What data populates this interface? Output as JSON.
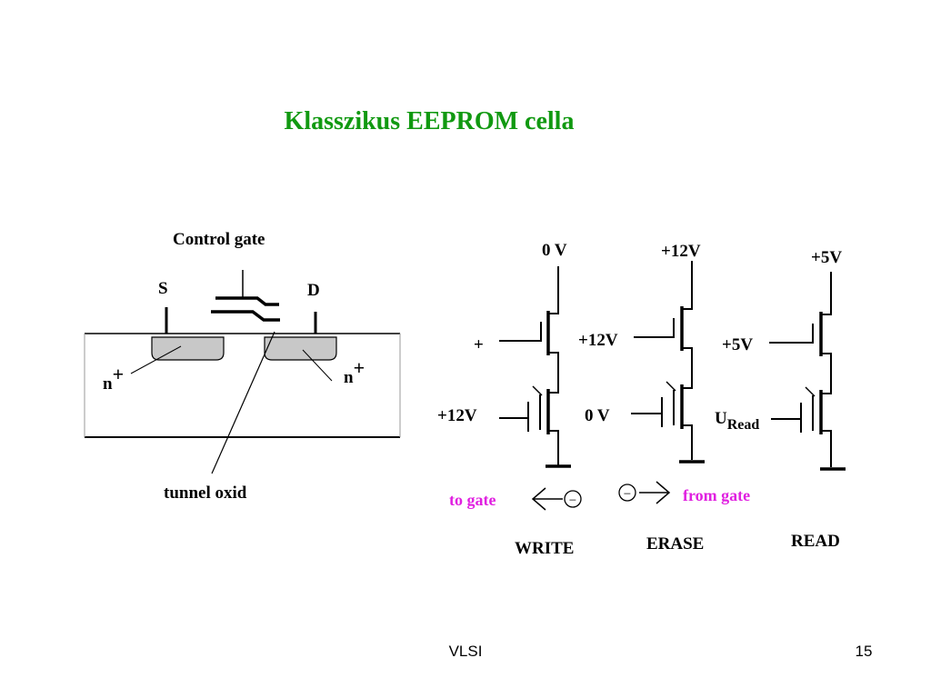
{
  "slide": {
    "title": "Klasszikus EEPROM cella",
    "title_color": "#119911",
    "footer_left": "VLSI",
    "footer_right": "15"
  },
  "cross_section": {
    "control_gate": "Control gate",
    "source": "S",
    "drain": "D",
    "n_left": "n",
    "n_left_sup": "+",
    "n_right": "n",
    "n_right_sup": "+",
    "tunnel_oxide": "tunnel oxid"
  },
  "circuits": {
    "write": {
      "top_voltage": "0 V",
      "select_gate": "+",
      "cell_gate": "+12V",
      "mode": "WRITE",
      "flow_label": "to gate",
      "electron": "−"
    },
    "erase": {
      "top_voltage": "+12V",
      "select_gate": "+12V",
      "cell_gate": "0 V",
      "mode": "ERASE",
      "flow_label": "from gate",
      "electron": "−"
    },
    "read": {
      "top_voltage": "+5V",
      "select_gate": "+5V",
      "cell_gate_main": "U",
      "cell_gate_sub": "Read",
      "mode": "READ"
    },
    "flow_label_color": "#e020e0"
  }
}
